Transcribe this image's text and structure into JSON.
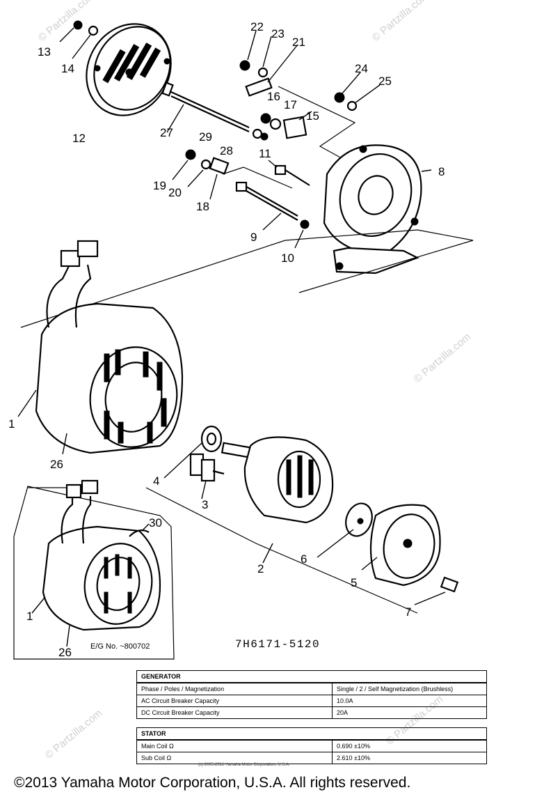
{
  "diagram": {
    "callouts": [
      "1",
      "2",
      "3",
      "4",
      "5",
      "6",
      "7",
      "8",
      "9",
      "10",
      "11",
      "12",
      "13",
      "14",
      "15",
      "16",
      "17",
      "18",
      "19",
      "20",
      "21",
      "22",
      "23",
      "24",
      "25",
      "26",
      "27",
      "28",
      "29",
      "30",
      "1",
      "26"
    ],
    "part_code": "7H6171-5120",
    "variant_note": "E/G No. ~800702",
    "watermark": "© Partzilla.com"
  },
  "generator_table": {
    "heading": "GENERATOR",
    "rows": [
      {
        "label": "Phase / Poles / Magnetization",
        "value": "Single / 2 / Self Magnetization (Brushless)"
      },
      {
        "label": "AC Circuit Breaker Capacity",
        "value": "10.0A"
      },
      {
        "label": "DC Circuit Breaker Capacity",
        "value": "20A"
      }
    ]
  },
  "stator_table": {
    "heading": "STATOR",
    "rows": [
      {
        "label": "Main Coil Ω",
        "value": "0.690 ±10%"
      },
      {
        "label": "Sub Coil Ω",
        "value": "2.610 ±10%"
      }
    ]
  },
  "small_copyright": "(c) 2005-2016 Yamaha Motor Corporation, U.S.A.",
  "footer": "©2013 Yamaha Motor Corporation, U.S.A. All rights reserved."
}
